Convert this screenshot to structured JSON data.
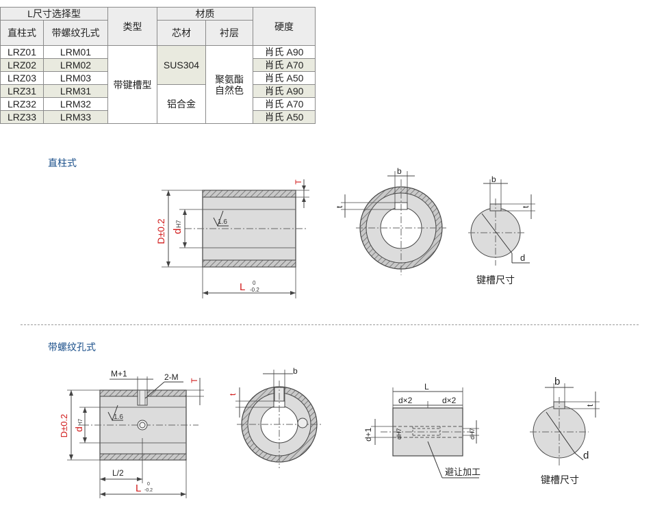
{
  "table": {
    "header": {
      "selection": "L尺寸选择型",
      "straight": "直柱式",
      "threaded": "带螺纹孔式",
      "type": "类型",
      "material": "材质",
      "core": "芯材",
      "lining": "衬层",
      "hardness": "硬度"
    },
    "rows": [
      {
        "straight": "LRZ01",
        "threaded": "LRM01",
        "hardness": "肖氏 A90"
      },
      {
        "straight": "LRZ02",
        "threaded": "LRM02",
        "hardness": "肖氏 A70"
      },
      {
        "straight": "LRZ03",
        "threaded": "LRM03",
        "hardness": "肖氏 A50"
      },
      {
        "straight": "LRZ31",
        "threaded": "LRM31",
        "hardness": "肖氏 A90"
      },
      {
        "straight": "LRZ32",
        "threaded": "LRM32",
        "hardness": "肖氏 A70"
      },
      {
        "straight": "LRZ33",
        "threaded": "LRM33",
        "hardness": "肖氏 A50"
      }
    ],
    "type_value": "带键槽型",
    "core_values": [
      "SUS304",
      "铝合金"
    ],
    "lining_value_line1": "聚氨酯",
    "lining_value_line2": "自然色"
  },
  "section1": {
    "title": "直柱式",
    "label_D": "D±0.2",
    "label_d": "d",
    "label_d_sub": "H7",
    "label_T": "T",
    "label_L": "L",
    "tol_upper": "0",
    "tol_lower": "-0.2",
    "roughness": "1.6",
    "label_b": "b",
    "label_t": "t",
    "label_key_d": "d",
    "keyway_caption": "键槽尺寸"
  },
  "section2": {
    "title": "带螺纹孔式",
    "label_M1": "M+1",
    "label_2M": "2-M",
    "label_T": "T",
    "label_D": "D±0.2",
    "label_d": "d",
    "label_d_sub": "H7",
    "roughness": "1.6",
    "label_L2": "L/2",
    "label_L": "L",
    "tol_upper": "0",
    "tol_lower": "-0.2",
    "label_b": "b",
    "label_t": "t",
    "label_L_top": "L",
    "label_dx2_left": "d×2",
    "label_dx2_right": "d×2",
    "label_d1": "d+1",
    "label_dH7": "dH7",
    "relief_caption": "避让加工",
    "label_key_d": "d",
    "keyway_caption": "键槽尺寸"
  },
  "colors": {
    "accent_red": "#d11a1a",
    "title_blue": "#1a4f8a",
    "part_gray": "#dcdcdc",
    "highlight_row": "#e9eadf"
  }
}
